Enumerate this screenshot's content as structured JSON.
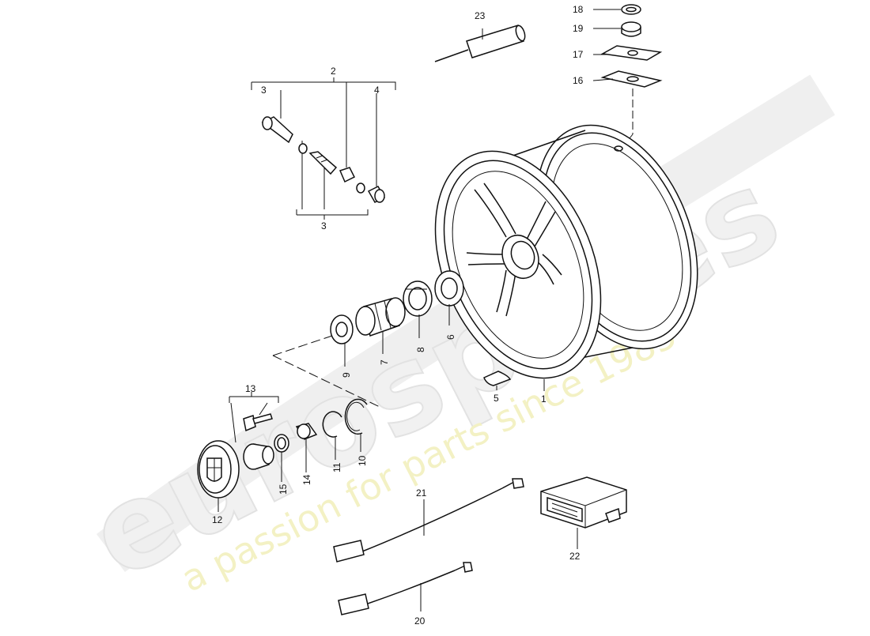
{
  "watermark": {
    "brand": "eurospares",
    "tagline": "a passion for parts since 1985"
  },
  "callouts": {
    "c1": "1",
    "c2": "2",
    "c3a": "3",
    "c3b": "3",
    "c4": "4",
    "c5": "5",
    "c6": "6",
    "c7": "7",
    "c8": "8",
    "c9": "9",
    "c10": "10",
    "c11": "11",
    "c12": "12",
    "c13": "13",
    "c14": "14",
    "c15": "15",
    "c16": "16",
    "c17": "17",
    "c18": "18",
    "c19": "19",
    "c20": "20",
    "c21": "21",
    "c22": "22",
    "c23": "23"
  }
}
